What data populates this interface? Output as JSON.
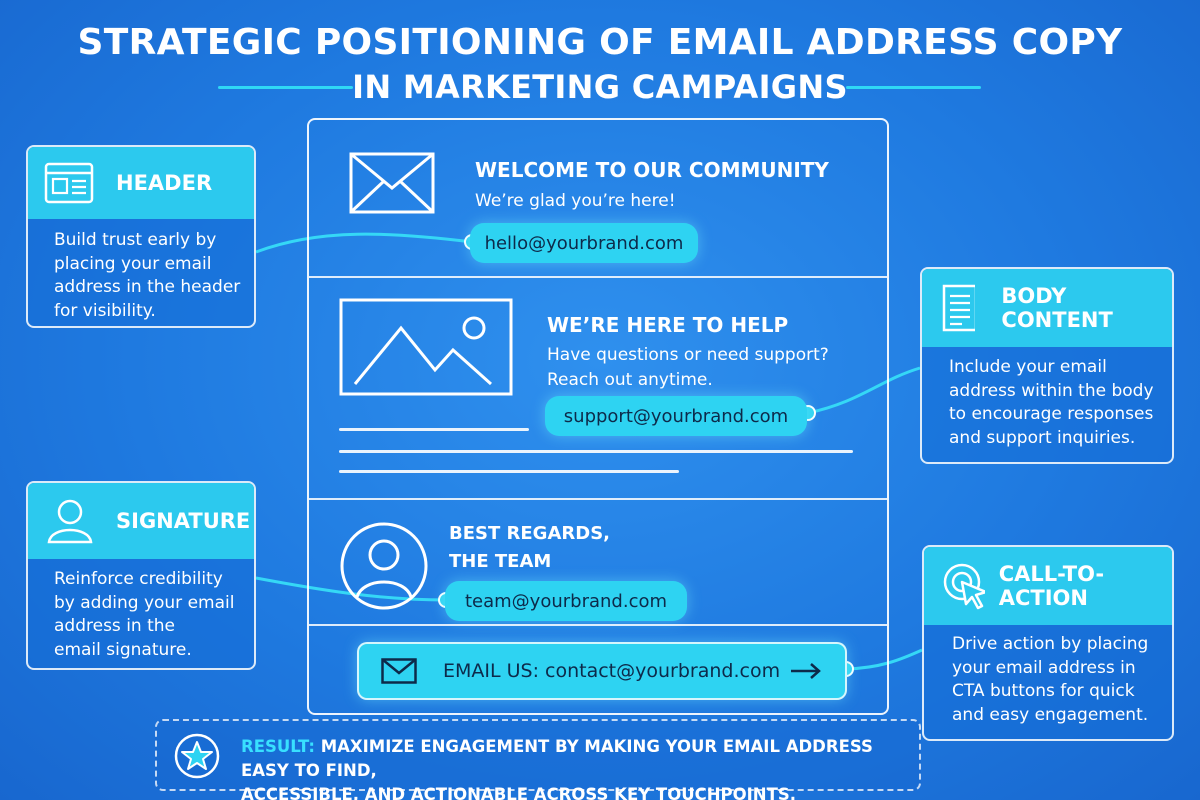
{
  "title": {
    "line1": "STRATEGIC POSITIONING OF EMAIL ADDRESS COPY",
    "line2": "IN MARKETING CAMPAIGNS"
  },
  "colors": {
    "background": "#1f7ae0",
    "accent": "#2ed3f2",
    "pill_text": "#0d2a4a",
    "result_label": "#38e0ff"
  },
  "email_mock": {
    "header": {
      "icon": "envelope-icon",
      "heading": "WELCOME TO OUR COMMUNITY",
      "subheading": "We’re glad you’re here!",
      "email": "hello@yourbrand.com"
    },
    "body": {
      "icon": "image-placeholder-icon",
      "heading": "WE’RE HERE TO HELP",
      "text_line1": "Have questions or need support?",
      "text_line2": "Reach out anytime.",
      "email": "support@yourbrand.com"
    },
    "signature": {
      "icon": "user-avatar-icon",
      "line1": "BEST REGARDS,",
      "line2": "THE TEAM",
      "email": "team@yourbrand.com"
    },
    "cta": {
      "icon": "envelope-icon",
      "label": "EMAIL US: contact@yourbrand.com",
      "arrow_icon": "arrow-right-icon"
    }
  },
  "cards": {
    "header": {
      "icon": "browser-window-icon",
      "title": "HEADER",
      "lines": [
        "Build trust early by",
        "placing your email",
        "address in the header",
        "for visibility."
      ]
    },
    "body_content": {
      "icon": "document-icon",
      "title": "BODY CONTENT",
      "lines": [
        "Include your email",
        "address within the body",
        "to encourage responses",
        "and support inquiries."
      ]
    },
    "signature": {
      "icon": "user-icon",
      "title": "SIGNATURE",
      "lines": [
        "Reinforce credibility",
        "by adding your email",
        "address in the",
        "email signature."
      ]
    },
    "cta": {
      "icon": "click-cursor-icon",
      "title": "CALL-TO-ACTION",
      "lines": [
        "Drive action by placing",
        "your email address in",
        "CTA buttons for quick",
        "and easy engagement."
      ]
    }
  },
  "result": {
    "icon": "star-badge-icon",
    "label": "RESULT:",
    "line1": " MAXIMIZE ENGAGEMENT BY MAKING YOUR EMAIL ADDRESS EASY TO FIND,",
    "line2": "ACCESSIBLE, AND ACTIONABLE ACROSS KEY TOUCHPOINTS."
  }
}
